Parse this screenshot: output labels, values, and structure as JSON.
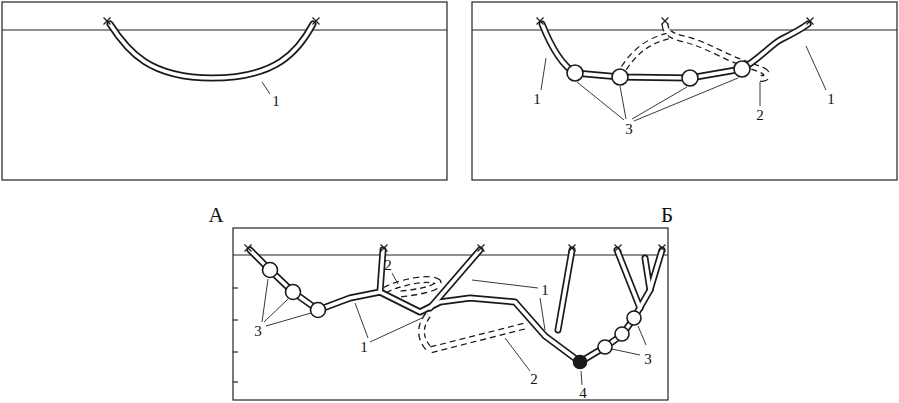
{
  "diagram": {
    "labels": [
      "1",
      "1",
      "1",
      "2",
      "3",
      "А",
      "Б",
      "2",
      "1",
      "3",
      "1",
      "3",
      "2",
      "4"
    ]
  }
}
